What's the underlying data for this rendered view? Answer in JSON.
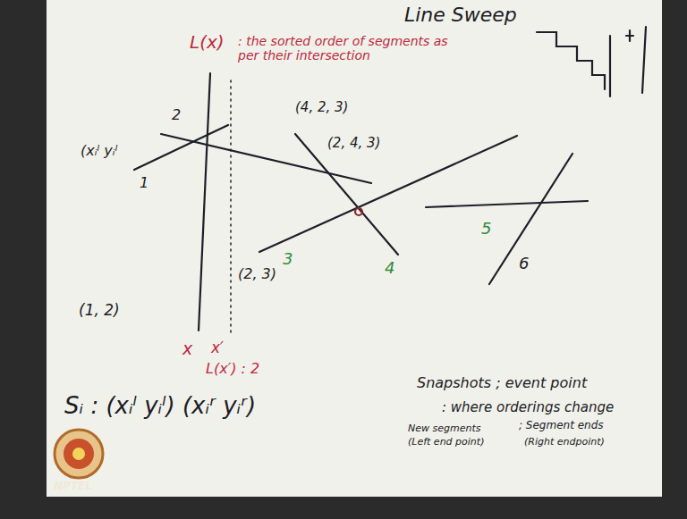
{
  "diagram": {
    "title": "Line Sweep",
    "labels": [
      "L(x)",
      ": the sorted order of segments as per their intersection",
      "2",
      "(xᵢˡ yᵢˡ",
      "1",
      "(4, 2, 3)",
      "(2, 4, 3)",
      "(2, 3)",
      "3",
      "4",
      "5",
      "6",
      "(1, 2)",
      "x",
      "x′",
      "L(x′) : 2",
      "Sᵢ : (xᵢˡ yᵢˡ) (xᵢʳ yᵢʳ)",
      "Snapshots ; event point",
      ": where orderings change",
      "New segments",
      "(Left end point)",
      "; Segment ends",
      "(Right endpoint)",
      "NPTEL"
    ]
  }
}
